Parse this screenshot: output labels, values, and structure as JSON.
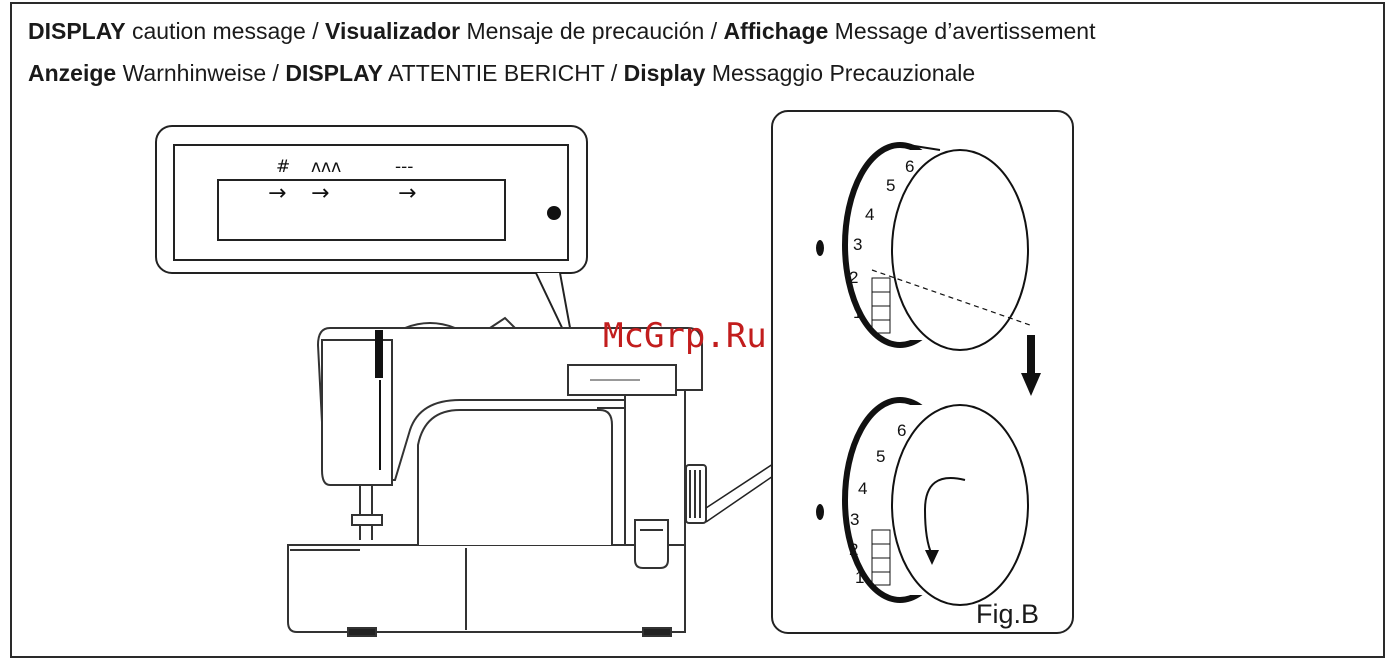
{
  "heading_line1": [
    {
      "text": "DISPLAY",
      "bold": true
    },
    {
      "text": " caution message / ",
      "bold": false
    },
    {
      "text": "Visualizador",
      "bold": true
    },
    {
      "text": " Mensaje de precaución / ",
      "bold": false
    },
    {
      "text": "Affichage",
      "bold": true
    },
    {
      "text": " Message d’avertissement",
      "bold": false
    }
  ],
  "heading_line2": [
    {
      "text": "Anzeige",
      "bold": true
    },
    {
      "text": " Warnhinweise / ",
      "bold": false
    },
    {
      "text": "DISPLAY",
      "bold": true
    },
    {
      "text": " ATTENTIE BERICHT / ",
      "bold": false
    },
    {
      "text": "Display",
      "bold": true
    },
    {
      "text": " Messaggio Precauzionale",
      "bold": false
    }
  ],
  "display": {
    "symbols": [
      "#",
      "ʌʌʌ",
      "---"
    ],
    "arrows": [
      "→",
      "→",
      "→"
    ]
  },
  "dial_top": {
    "numbers": [
      "6",
      "5",
      "4",
      "3",
      "2",
      "1"
    ]
  },
  "dial_bottom": {
    "numbers": [
      "6",
      "5",
      "4",
      "3",
      "2",
      "1"
    ]
  },
  "watermark": "McGrp.Ru",
  "figure_label": "Fig.B",
  "icons": {
    "direction_arrow": "down-arrow-icon",
    "rotation": "rotate-arrow-icon",
    "indicator_dot": "dot-icon"
  }
}
